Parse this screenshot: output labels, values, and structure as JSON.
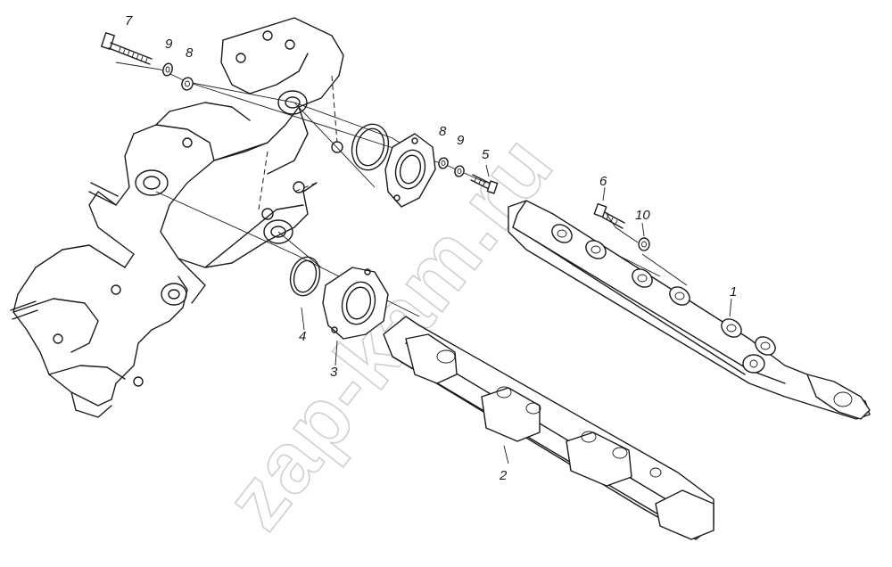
{
  "watermark": "zap-kam.ru",
  "corner_mark": "",
  "callouts": {
    "c1": "1",
    "c2": "2",
    "c3": "3",
    "c4": "4",
    "c5": "5",
    "c6": "6",
    "c7": "7",
    "c8a": "8",
    "c8b": "8",
    "c9a": "9",
    "c9b": "9",
    "c10": "10"
  }
}
